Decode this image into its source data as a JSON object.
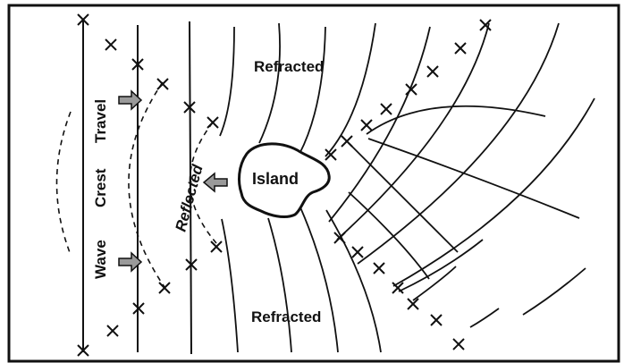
{
  "labels": {
    "refracted_top": "Refracted",
    "refracted_bottom": "Refracted",
    "island": "Island",
    "reflected": "Reflected",
    "wave": "Wave",
    "crest": "Crest",
    "travel": "Travel"
  },
  "colors": {
    "ink": "#111111",
    "arrow_fill": "#9a9a9a",
    "background": "#ffffff"
  },
  "icons": {
    "travel_arrow": "right-arrow-icon",
    "reflect_arrow": "left-arrow-icon",
    "ray_marker": "cross-marker-icon"
  }
}
